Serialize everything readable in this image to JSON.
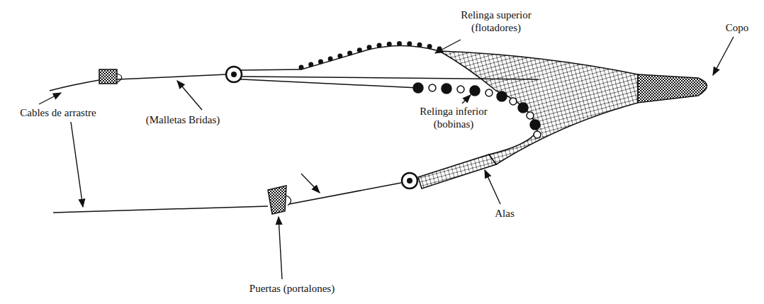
{
  "diagram": {
    "labels": [
      "Relinga superior (flotadores)",
      "Copo",
      "Cables de arrastre",
      "(Malletas Bridas)",
      "Relinga inferior (bobinas)",
      "Alas",
      "Puertas (portalones)"
    ]
  }
}
